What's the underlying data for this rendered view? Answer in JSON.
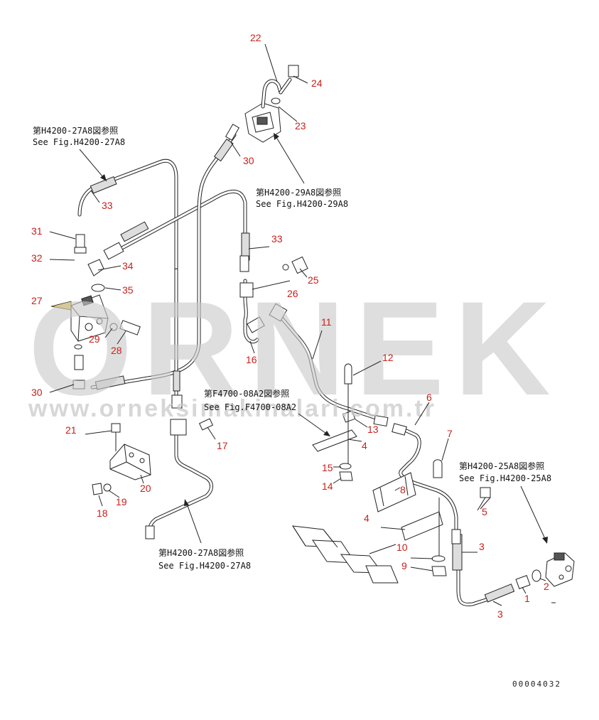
{
  "diagram": {
    "references": {
      "h4200_27a8_top": {
        "jp": "第H4200-27A8図参照",
        "en": "See Fig.H4200-27A8"
      },
      "h4200_29a8": {
        "jp": "第H4200-29A8図参照",
        "en": "See Fig.H4200-29A8"
      },
      "f4700_08a2": {
        "jp": "第F4700-08A2図参照",
        "en": "See Fig.F4700-08A2"
      },
      "h4200_25a8": {
        "jp": "第H4200-25A8図参照",
        "en": "See Fig.H4200-25A8"
      },
      "h4200_27a8_bottom": {
        "jp": "第H4200-27A8図参照",
        "en": "See Fig.H4200-27A8"
      }
    },
    "callouts": {
      "c1": "1",
      "c2": "2",
      "c3a": "3",
      "c3b": "3",
      "c4a": "4",
      "c4b": "4",
      "c5": "5",
      "c6": "6",
      "c7": "7",
      "c8": "8",
      "c9": "9",
      "c10": "10",
      "c11": "11",
      "c12": "12",
      "c13": "13",
      "c14": "14",
      "c15": "15",
      "c16": "16",
      "c17": "17",
      "c18": "18",
      "c19": "19",
      "c20": "20",
      "c21": "21",
      "c22": "22",
      "c23": "23",
      "c24": "24",
      "c25": "25",
      "c26": "26",
      "c27": "27",
      "c28": "28",
      "c29": "29",
      "c30a": "30",
      "c30b": "30",
      "c31": "31",
      "c32": "32",
      "c33a": "33",
      "c33b": "33",
      "c34": "34",
      "c35": "35"
    },
    "drawing_number": "00004032"
  },
  "watermark": {
    "brand": "ORNEK",
    "url": "www.orneksimakinalari.com.tr"
  }
}
